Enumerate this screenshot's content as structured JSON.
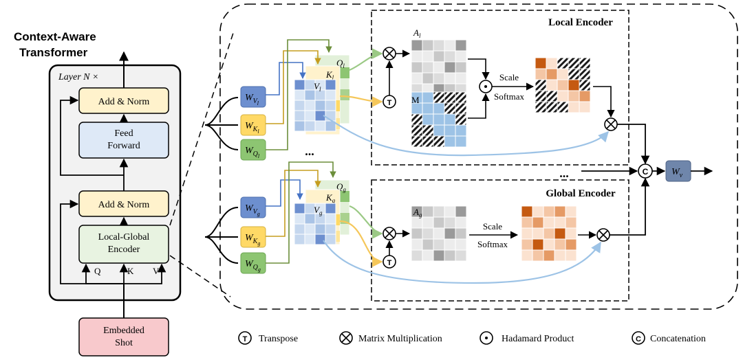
{
  "title": {
    "line1": "Context-Aware",
    "line2": "Transformer"
  },
  "layer_label": "Layer N ×",
  "blocks": {
    "add_norm_top": "Add & Norm",
    "feed_forward_1": "Feed",
    "feed_forward_2": "Forward",
    "add_norm_bottom": "Add & Norm",
    "encoder_1": "Local-Global",
    "encoder_2": "Encoder",
    "embedded_1": "Embedded",
    "embedded_2": "Shot"
  },
  "qkv": {
    "q": "Q",
    "k": "K",
    "v": "V"
  },
  "local": {
    "title": "Local Encoder",
    "w_v": "W",
    "w_v_sub": "V",
    "w_v_subsub": "l",
    "w_k": "W",
    "w_k_sub": "K",
    "w_k_subsub": "l",
    "w_q": "W",
    "w_q_sub": "Q",
    "w_q_subsub": "l",
    "v": "V",
    "v_sub": "l",
    "k": "K",
    "k_sub": "l",
    "q": "Q",
    "q_sub": "l",
    "a": "A",
    "a_sub": "l",
    "mask": "M",
    "scale": "Scale",
    "softmax": "Softmax"
  },
  "global": {
    "title": "Global Encoder",
    "w_v": "W",
    "w_v_sub": "V",
    "w_v_subsub": "g",
    "w_k": "W",
    "w_k_sub": "K",
    "w_k_subsub": "g",
    "w_q": "W",
    "w_q_sub": "Q",
    "w_q_subsub": "g",
    "v": "V",
    "v_sub": "g",
    "k": "K",
    "k_sub": "g",
    "q": "Q",
    "q_sub": "g",
    "a": "A",
    "a_sub": "g",
    "scale": "Scale",
    "softmax": "Softmax"
  },
  "ellipsis": "...",
  "concat_symbol": "C",
  "wv_out": "W",
  "wv_out_sub": "v",
  "transpose_symbol": "T",
  "legend": {
    "transpose": "Transpose",
    "matmul": "Matrix Multiplication",
    "hadamard": "Hadamard Product",
    "concat": "Concatenation"
  },
  "colors": {
    "blue": "#6d8fcf",
    "blue_light": "#dbe7f5",
    "yellow": "#ffd966",
    "yellow_light": "#fff2cc",
    "green": "#8dc572",
    "green_light": "#e2f0d9",
    "pink": "#f8c9cc",
    "block_yellow": "#fff2cc",
    "block_blue": "#dee9f7",
    "block_green": "#e8f3e1",
    "orange": "#d9772e",
    "gray_out": "#6f86ab",
    "arrow_light_blue": "#9dc3e6",
    "arrow_green": "#9bc985",
    "arrow_yellow": "#f5c75a",
    "arrow_dark_blue": "#4472c4",
    "arrow_olive": "#6b8e3a",
    "arrow_gold": "#c59d1f"
  }
}
